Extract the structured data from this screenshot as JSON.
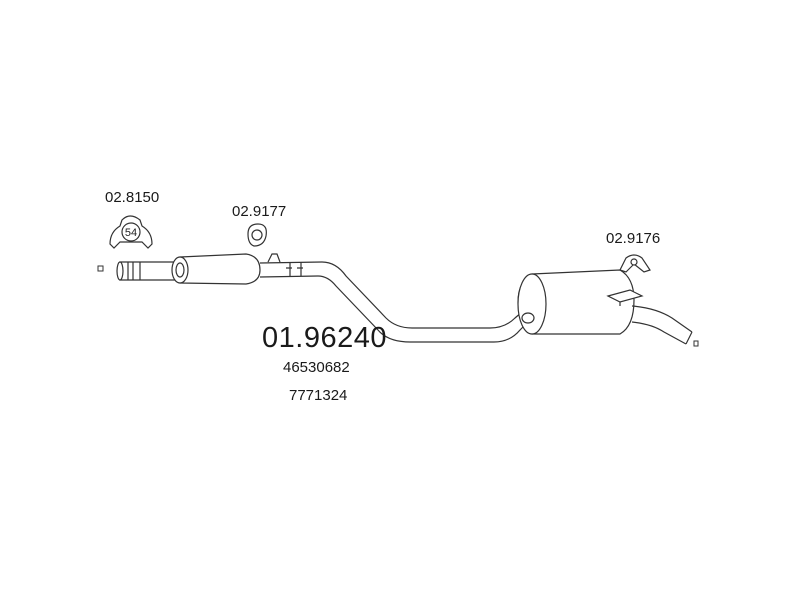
{
  "diagram": {
    "main_part_number": "01.96240",
    "oem_numbers": [
      "46530682",
      "7771324"
    ],
    "accessories": [
      {
        "code": "02.8150",
        "icon": "clamp-icon",
        "size_text": "54"
      },
      {
        "code": "02.9177",
        "icon": "rubber-ring-mount-icon"
      },
      {
        "code": "02.9176",
        "icon": "rubber-hanger-icon"
      }
    ],
    "line_color": "#333333"
  }
}
